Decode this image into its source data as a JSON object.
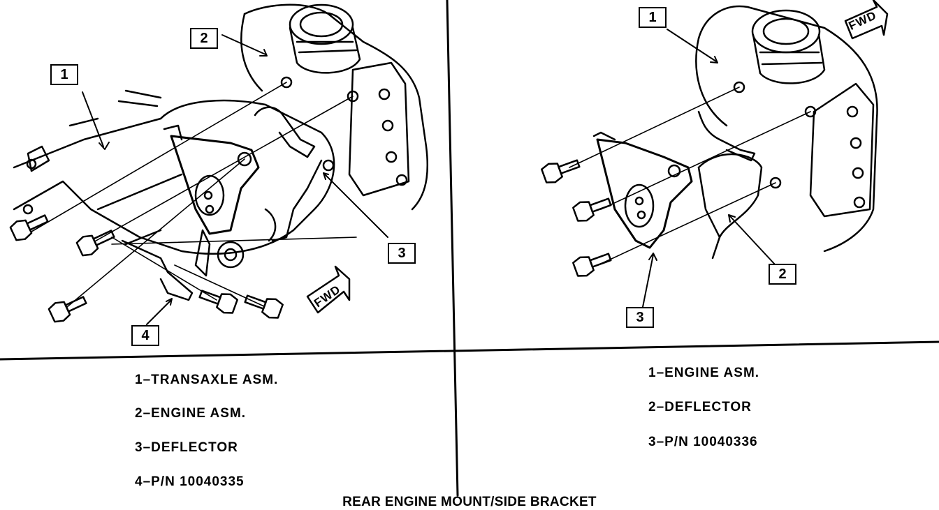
{
  "left_panel": {
    "callouts": [
      "1",
      "2",
      "3",
      "4"
    ],
    "fwd": "FWD",
    "legend": [
      "1–TRANSAXLE ASM.",
      "2–ENGINE ASM.",
      "3–DEFLECTOR",
      "4–P/N 10040335"
    ]
  },
  "right_panel": {
    "callouts": [
      "1",
      "2",
      "3"
    ],
    "fwd": "FWD",
    "legend": [
      "1–ENGINE ASM.",
      "2–DEFLECTOR",
      "3–P/N 10040336"
    ]
  },
  "caption": "REAR ENGINE MOUNT/SIDE BRACKET"
}
